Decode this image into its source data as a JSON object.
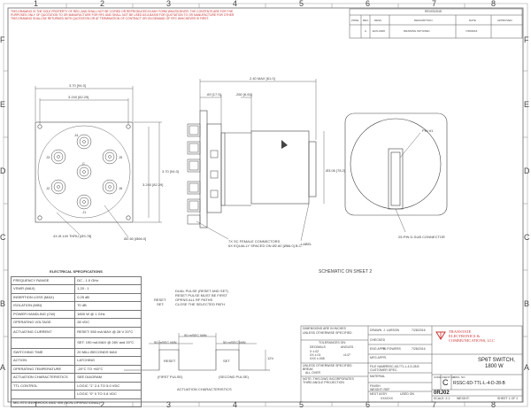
{
  "zones": {
    "columns": [
      "1",
      "2",
      "3",
      "4",
      "5",
      "6",
      "7",
      "8"
    ],
    "rows": [
      "F",
      "E",
      "D",
      "C",
      "B",
      "A"
    ]
  },
  "notice": [
    "THIS DRAWING IS THE SOLE PROPERTY OF RED, AND SHALL NOT BE COPIED OR REPRODUCED IN ANY FORM WHATSOEVER. THE CONTENTS ARE FOR THE",
    "PURPOSES ONLY OF QUOTATION TO OR MANUFACTURE FOR RFC AND SHALL NOT BE USED AS A BASIS FOR QUOTATION TO OR MANUFACTURE FOR OTHER",
    "THIS DRAWING SHALL BE RETURNED WITH QUOTATION OR AT TERMINATION OF CONTRACT OR ON DEMAND OF RFC WHICHEVER IS FIRST."
  ],
  "revisions": {
    "title": "REVISIONS",
    "headers": [
      "ZONE",
      "REV.",
      "DESC.",
      "DESCRIPTION",
      "DATE",
      "APPROVED"
    ],
    "rows": [
      [
        "",
        "A",
        "ECN-0000",
        "DRAWING INITIATED",
        "7/28/2016",
        ""
      ]
    ]
  },
  "front_view": {
    "dim_outer": "3.70 [94.0]",
    "dim_inner": "3.240 [82.29]",
    "dim_height": "3.70 [94.0]",
    "dim_vert_inner": "3.240 [82.29]",
    "connectors": [
      "J4",
      "J3",
      "J5",
      "C",
      "J2",
      "J6",
      "J1"
    ],
    "hole_note": "4X Ø.149 THRU [Ø3.78]",
    "bolt_circle": "Ø2.60 [Ø66.0]"
  },
  "side_view": {
    "dim_max": "2.40 MAX [61.0]",
    "dim_a": ".69 [17.5]",
    "dim_b": ".260 [6.60]",
    "dim_dia": "Ø3.06 [78.2]",
    "note1": "7X SC FEMALE CONNECTORS",
    "note2": "6X EQUALLY SPACED ON Ø2.60 [Ø66.0] B.C.",
    "label": "LABEL"
  },
  "rear_view": {
    "pin": "PIN #1",
    "dsub": "25-PIN D-SUB CONNECTOR"
  },
  "schematic": "SCHEMATIC ON SHEET 2",
  "reset_notes": {
    "label1": "RESET:",
    "label2": "SET:",
    "line1": "DUAL PULSE (RESET AND SET)",
    "line2": "RESET PULSE MUST BE FIRST",
    "line3": "OPENS ALL RF PATHS",
    "line4": "CLOSE THE SELECTED PATH"
  },
  "specs": {
    "title": "ELECTRICAL SPECIFICATIONS",
    "rows": [
      [
        "FREQUENCY RANGE",
        "DC - 1.0 GHz"
      ],
      [
        "VSWR (MAX)",
        "1.20 : 1"
      ],
      [
        "INSERTION LOSS (MAX)",
        "0.25 dB"
      ],
      [
        "ISOLATION (MIN)",
        "70 dB"
      ],
      [
        "POWER HANDLING (CW)",
        "1800 W @ 1 GHz"
      ],
      [
        "OPERATING VOLTAGE",
        "28 VDC"
      ],
      [
        "ACTUATING CURRENT",
        "RESET: 550 mA MAX @ 28 V 20°C"
      ],
      [
        "",
        "SET: 190 mA MAX @ 28V and 20°C"
      ],
      [
        "SWITCHING TIME",
        "20 MILLISECONDS MAX"
      ],
      [
        "ACTION",
        "LATCHING"
      ],
      [
        "OPERATING TEMPERATURE",
        "-20°C TO +60°C"
      ],
      [
        "ACTUATION CHARACTERISTICS",
        "SEE DIAGRAM"
      ],
      [
        "TTL CONTROL",
        "LOGIC \"1\" 2.4 TO 5.0 VDC"
      ],
      [
        "",
        "LOGIC \"0\" 0 TO 0.8 VDC"
      ],
      [
        "MIL-STD 810 SHOCK AND VIB (NON-OPERATIONAL)",
        ""
      ]
    ]
  },
  "timing": {
    "ms1": "50 mSEC MIN",
    "ms2": "50 mSEC MIN",
    "ms3": "50 mSEC MIN",
    "reset": "RESET",
    "set": "SET",
    "volt": "12V",
    "first": "(FIRST PULSE)",
    "second": "(SECOND PULSE)",
    "title": "ACTUATION CHARACTERISTICS"
  },
  "title_block": {
    "dims": "DIMENSIONS ARE IN INCHES",
    "unless": "UNLESS OTHERWISE SPECIFIED",
    "tol": "TOLERANCES ON:",
    "decimals": "DECIMALS",
    "angles": "ANGLES",
    "tol_rows": [
      "X ±.02",
      "XX ±.01",
      "XXX ±.005"
    ],
    "angle_tol": "±1/2°",
    "unless2": "UNLESS OTHERWISE SPECIFIED",
    "break": "BREAK",
    "allover": "ALL OVER",
    "third_angle": "THIRD ANGLE PROJECTION",
    "note_dwg": "NOTE: THIS DWG INCORPORATES",
    "drawn": "DRAWN",
    "checked": "CHECKED",
    "eng": "ENG APPR.",
    "mfg": "MFG APPR.",
    "file": "FILE NAME",
    "cust": "CUSTOMER SPEC.",
    "drawn_by": "J. LARSON",
    "drawn_date": "7/28/2016",
    "eng_by": "B. POWERS",
    "eng_date": "7/28/2016",
    "file_name": "RSSC-6D-TTL-L-4-D-28-B",
    "material": "MATERIAL",
    "finish": "FINISH",
    "weight": "WEIGHT: REF",
    "next_assy": "NEXT ASSY",
    "used_on": "USED ON",
    "vendor": "XXXXXX",
    "company1": "TRANSTATE",
    "company2": "ELECTRONICS &",
    "company3": "COMMUNICATIONS, LLC",
    "title1": "SP6T SWITCH,",
    "title2": "1800 W",
    "size": "C",
    "dwg_no_label": "DWG. NO.",
    "dwg_no": "RSSC-6D-TTL-L-4-D-28-B",
    "code_label": "CODE IDENT NO.",
    "code": "0RJ02",
    "scale": "SCALE: 2:1",
    "weight2": "WEIGHT:",
    "sheet": "SHEET 1 OF 2"
  }
}
